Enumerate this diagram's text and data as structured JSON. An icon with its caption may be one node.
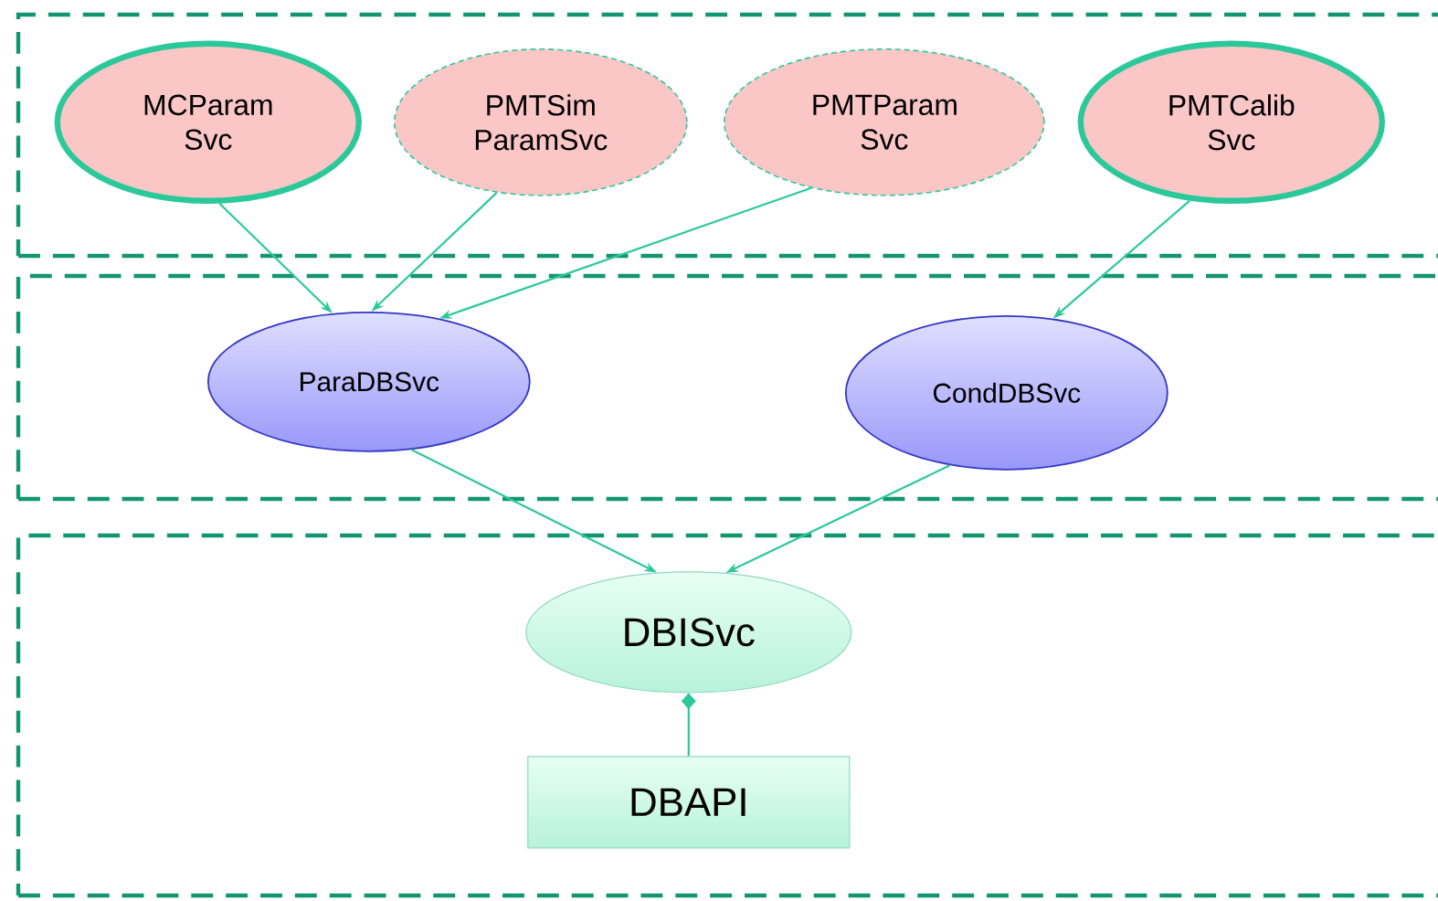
{
  "diagram": {
    "nodes": [
      {
        "text": [],
        "shape": "box"
      },
      {
        "text": [
          "MCParam Svc"
        ],
        "in": 0
      },
      {
        "text": [
          "PMTSim ParamSvc"
        ],
        "in": 0
      },
      {
        "text": [
          "PMTParam Svc"
        ],
        "in": 0
      },
      {
        "text": [
          "PMTCalib Svc"
        ],
        "in": 0
      },
      {
        "text": [],
        "shape": "box"
      },
      {
        "text": [
          "ParaDBSvc"
        ],
        "in": 5
      },
      {
        "text": [
          "CondDBSvc"
        ],
        "in": 5
      },
      {
        "text": [],
        "shape": "box"
      },
      {
        "text": [
          "DBISvc"
        ],
        "in": 8
      },
      {
        "text": [
          "DBAPI"
        ],
        "in": 8
      }
    ],
    "edges": [
      {
        "from": 1,
        "to": 6,
        "arrow": "to"
      },
      {
        "from": 2,
        "to": 6,
        "arrow": "to"
      },
      {
        "from": 3,
        "to": 6,
        "arrow": "to"
      },
      {
        "from": 4,
        "to": 7,
        "arrow": "to"
      },
      {
        "from": 6,
        "to": 9,
        "arrow": "to"
      },
      {
        "from": 7,
        "to": 9,
        "arrow": "to"
      },
      {
        "from": 10,
        "to": 9,
        "arrow": "other"
      }
    ]
  }
}
